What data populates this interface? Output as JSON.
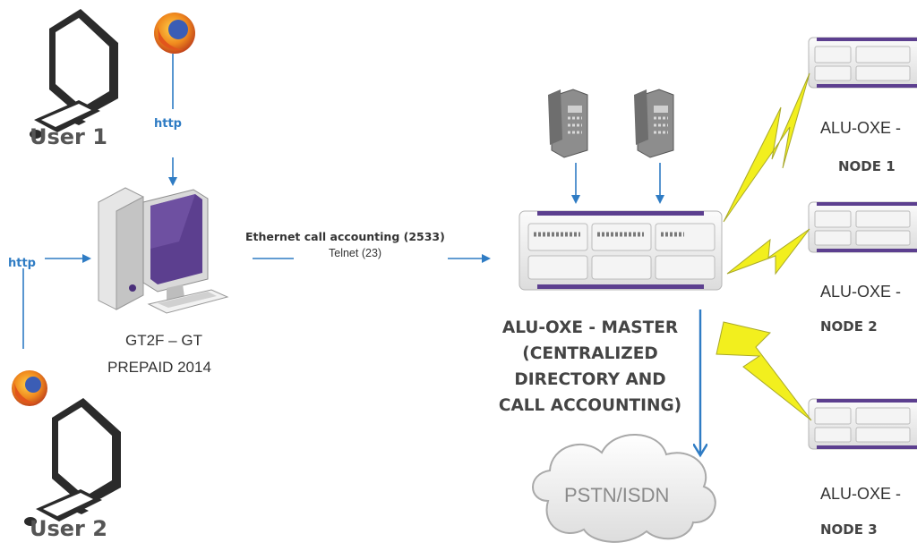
{
  "users": [
    {
      "label": "User 1"
    },
    {
      "label": "User 2"
    }
  ],
  "protocols": {
    "http_top": "http",
    "http_left": "http"
  },
  "server": {
    "line1": "GT2F – GT",
    "line2": "PREPAID 2014"
  },
  "link": {
    "ethernet": "Ethernet call accounting (2533)",
    "telnet": "Telnet (23)"
  },
  "master": {
    "lines": [
      "ALU-OXE - MASTER",
      "(CENTRALIZED",
      "DIRECTORY AND",
      "CALL ACCOUNTING)"
    ]
  },
  "nodes": [
    {
      "name": "ALU-OXE -",
      "number": "NODE 1"
    },
    {
      "name": "ALU-OXE -",
      "number": "NODE 2"
    },
    {
      "name": "ALU-OXE -",
      "number": "NODE 3"
    }
  ],
  "cloud": {
    "label": "PSTN/ISDN"
  },
  "colors": {
    "arrow": "#2f7cc4",
    "lightning": "#f2ef1e",
    "accent": "#5c3f8f"
  }
}
